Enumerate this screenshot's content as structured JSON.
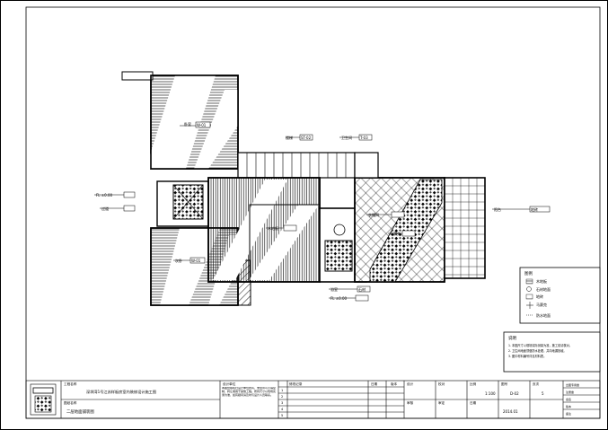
{
  "drawing": {
    "plan_title": "二层地面铺装图",
    "project_name": "深圳湾1号江苏样板房室内装修设计施工图",
    "scale": "1:100",
    "drawing_no": "D-02",
    "sheet_no": "5",
    "date": "2014.01"
  },
  "tags": {
    "room_a": "卧室",
    "room_b": "过道",
    "stair": "楼梯",
    "bath_a": "卫生间",
    "closet": "衣帽间",
    "bath_b": "浴室",
    "balcony": "阳台",
    "room_c": "次卧",
    "floor_level": "FL ±0.00",
    "wood": "木地板",
    "stone": "石材",
    "tile": "地砖",
    "mosaic": "马赛克",
    "code_a": "W-01",
    "code_b": "ST-02",
    "code_c": "T-03"
  },
  "legend": {
    "title": "图例",
    "items": [
      "木地板",
      "石材地面",
      "地砖",
      "马赛克",
      "防水地面"
    ]
  },
  "notes": {
    "title": "说明",
    "lines": [
      "1. 本图尺寸以现场实际测量为准，施工前请核对。",
      "2. 卫生间地面须做防水处理，并向地漏找坡。",
      "3. 图中材料编号详见材料表。"
    ]
  },
  "title_block": {
    "company": "设计单位",
    "project_label": "工程名称",
    "drawing_label": "图纸名称",
    "remark": "本图纸版权归设计单位所有，未经许可不得复制、转让或用于其他工程。所有尺寸以现场实测为准，如有疑问请及时与设计人员联系。",
    "revision_header": "修改记录",
    "col_a": "日期",
    "col_b": "版本",
    "designer_label": "设计",
    "check_label": "校对",
    "review_label": "审核",
    "approve_label": "审定",
    "scale_label": "比例",
    "date_label": "日期",
    "no_label": "图号",
    "sheet_label": "页次",
    "stamp_lines": [
      "出图专用章",
      "注册章",
      "会签",
      "版本",
      "备注"
    ]
  }
}
